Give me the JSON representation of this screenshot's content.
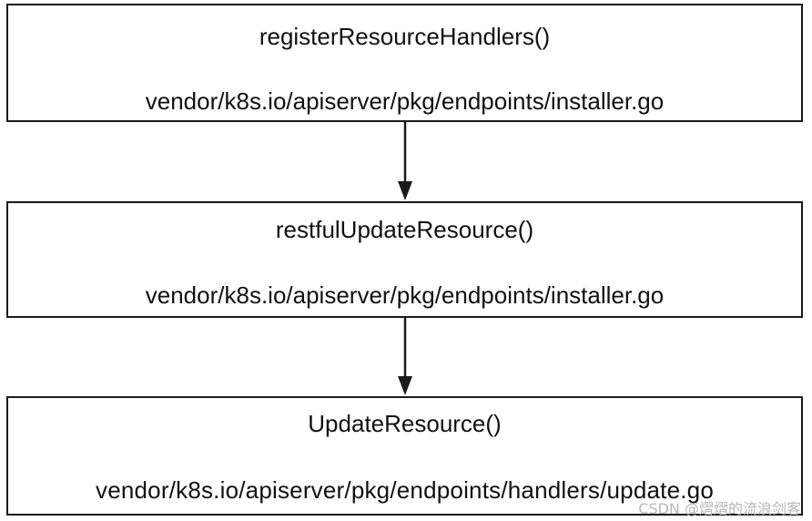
{
  "nodes": [
    {
      "function": "registerResourceHandlers()",
      "path": "vendor/k8s.io/apiserver/pkg/endpoints/installer.go"
    },
    {
      "function": "restfulUpdateResource()",
      "path": "vendor/k8s.io/apiserver/pkg/endpoints/installer.go"
    },
    {
      "function": "UpdateResource()",
      "path": "vendor/k8s.io/apiserver/pkg/endpoints/handlers/update.go"
    }
  ],
  "watermark": "CSDN @熠熠的流浪剑客"
}
